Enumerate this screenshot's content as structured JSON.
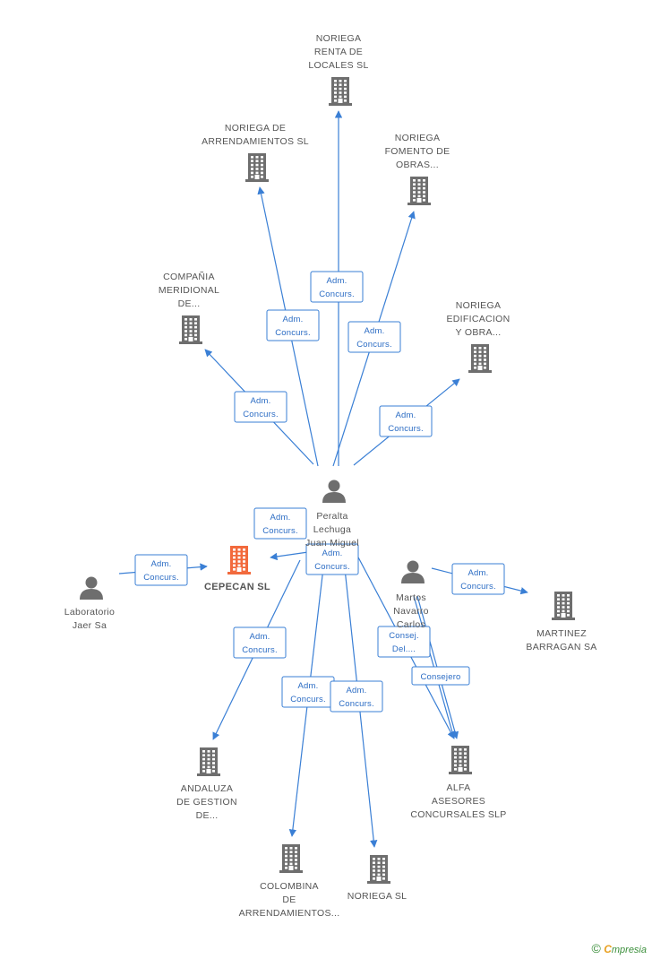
{
  "nodes": [
    {
      "id": "noriega-renta",
      "type": "company",
      "lines": [
        "NORIEGA",
        "RENTA DE",
        "LOCALES SL"
      ]
    },
    {
      "id": "noriega-arrend",
      "type": "company",
      "lines": [
        "NORIEGA DE",
        "ARRENDAMIENTOS SL"
      ]
    },
    {
      "id": "noriega-fomento",
      "type": "company",
      "lines": [
        "NORIEGA",
        "FOMENTO DE",
        "OBRAS..."
      ]
    },
    {
      "id": "compania-meridional",
      "type": "company",
      "lines": [
        "COMPAÑIA",
        "MERIDIONAL",
        "DE..."
      ]
    },
    {
      "id": "noriega-edificacion",
      "type": "company",
      "lines": [
        "NORIEGA",
        "EDIFICACION",
        "Y OBRA..."
      ]
    },
    {
      "id": "peralta",
      "type": "person",
      "lines": [
        "Peralta",
        "Lechuga",
        "Juan Miguel"
      ]
    },
    {
      "id": "cepecan",
      "type": "company-main",
      "lines": [
        "CEPECAN SL"
      ]
    },
    {
      "id": "laboratorio",
      "type": "person",
      "lines": [
        "Laboratorio",
        "Jaer Sa"
      ]
    },
    {
      "id": "martos",
      "type": "person",
      "lines": [
        "Martos",
        "Navarro",
        "Carlos"
      ]
    },
    {
      "id": "martinez",
      "type": "company",
      "lines": [
        "MARTINEZ",
        "BARRAGAN SA"
      ]
    },
    {
      "id": "andaluza",
      "type": "company",
      "lines": [
        "ANDALUZA",
        "DE GESTION",
        "DE..."
      ]
    },
    {
      "id": "alfa",
      "type": "company",
      "lines": [
        "ALFA",
        "ASESORES",
        "CONCURSALES SLP"
      ]
    },
    {
      "id": "colombina",
      "type": "company",
      "lines": [
        "COLOMBINA",
        "DE",
        "ARRENDAMIENTOS..."
      ]
    },
    {
      "id": "noriega-sl",
      "type": "company",
      "lines": [
        "NORIEGA SL"
      ]
    }
  ],
  "edges": [
    {
      "from": "peralta",
      "to": "noriega-renta",
      "label": [
        "Adm.",
        "Concurs."
      ]
    },
    {
      "from": "peralta",
      "to": "noriega-arrend",
      "label": [
        "Adm.",
        "Concurs."
      ]
    },
    {
      "from": "peralta",
      "to": "noriega-fomento",
      "label": [
        "Adm.",
        "Concurs."
      ]
    },
    {
      "from": "peralta",
      "to": "compania-meridional",
      "label": [
        "Adm.",
        "Concurs."
      ]
    },
    {
      "from": "peralta",
      "to": "noriega-edificacion",
      "label": [
        "Adm.",
        "Concurs."
      ]
    },
    {
      "from": "peralta",
      "to": "cepecan",
      "label": [
        "Adm.",
        "Concurs."
      ]
    },
    {
      "from": "laboratorio",
      "to": "cepecan",
      "label": [
        "Adm.",
        "Concurs."
      ]
    },
    {
      "from": "peralta",
      "to": "alfa",
      "label": [
        "Adm.",
        "Concurs."
      ]
    },
    {
      "from": "martos",
      "to": "martinez",
      "label": [
        "Adm.",
        "Concurs."
      ]
    },
    {
      "from": "peralta",
      "to": "andaluza",
      "label": [
        "Adm.",
        "Concurs."
      ]
    },
    {
      "from": "martos",
      "to": "alfa",
      "label": [
        "Consej.",
        "Del...."
      ]
    },
    {
      "from": "martos",
      "to": "alfa",
      "label": [
        "Consejero"
      ]
    },
    {
      "from": "peralta",
      "to": "colombina",
      "label": [
        "Adm.",
        "Concurs."
      ]
    },
    {
      "from": "peralta",
      "to": "noriega-sl",
      "label": [
        "Adm.",
        "Concurs."
      ]
    }
  ],
  "footer": {
    "copyright": "©",
    "brand_initial": "C",
    "brand_rest": "mpresia"
  },
  "colors": {
    "edge": "#3a7fd5",
    "company": "#6e6e6e",
    "main_company": "#f26a3d",
    "person": "#6e6e6e"
  }
}
